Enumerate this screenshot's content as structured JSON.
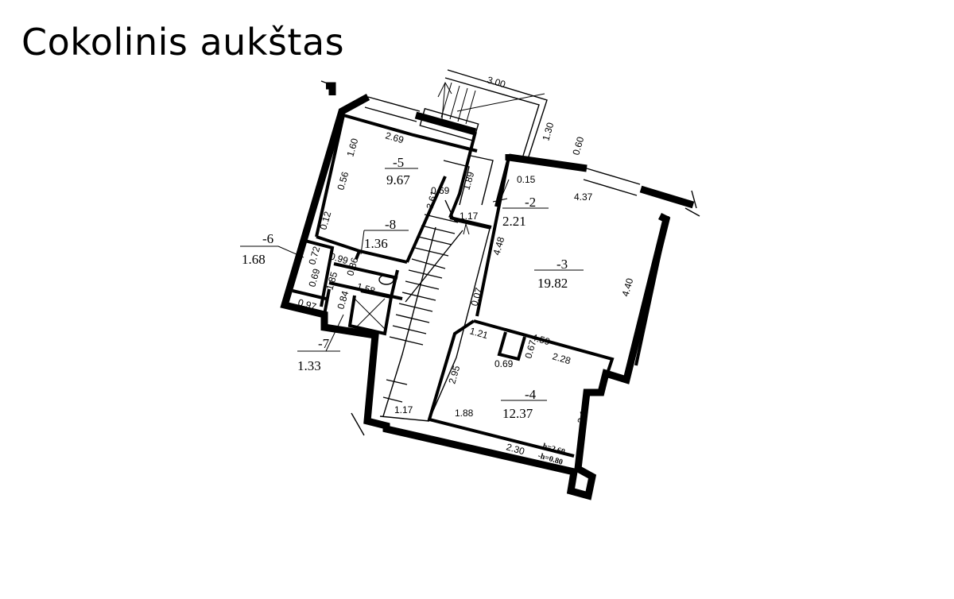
{
  "title": "Cokolinis aukštas",
  "rooms": [
    {
      "id": "-5",
      "area": "9.67"
    },
    {
      "id": "-8",
      "area": "1.36"
    },
    {
      "id": "-6",
      "area": "1.68"
    },
    {
      "id": "-7",
      "area": "1.33"
    },
    {
      "id": "-2",
      "area": "2.21"
    },
    {
      "id": "-3",
      "area": "19.82"
    },
    {
      "id": "-4",
      "area": "12.37"
    }
  ],
  "dimensions": {
    "stair_width": "3.00",
    "stair_depth": "1.30",
    "d_060": "0.60",
    "d_269": "2.69",
    "d_160": "1.60",
    "d_056": "0.56",
    "d_012": "0.12",
    "d_361": "3.61",
    "d_069a": "0.69",
    "d_189": "1.89",
    "d_015": "0.15",
    "d_437": "4.37",
    "d_117a": "1.17",
    "d_448": "4.48",
    "d_440": "4.40",
    "d_007": "0.07",
    "d_072": "0.72",
    "d_099": "0.99",
    "d_086": "0.86",
    "d_069b": "0.69",
    "d_185": "1.85",
    "d_158": "1.58",
    "d_097": "0.97",
    "d_084": "0.84",
    "d_121": "1.21",
    "d_459": "4.59",
    "d_067": "0.67",
    "d_069c": "0.69",
    "d_228": "2.28",
    "d_295": "2.95",
    "d_188": "1.88",
    "d_316": "3.16",
    "d_117b": "1.17",
    "d_230": "2.30"
  },
  "height_note": {
    "h": "h=2.60",
    "hm": "-h=0.80"
  }
}
